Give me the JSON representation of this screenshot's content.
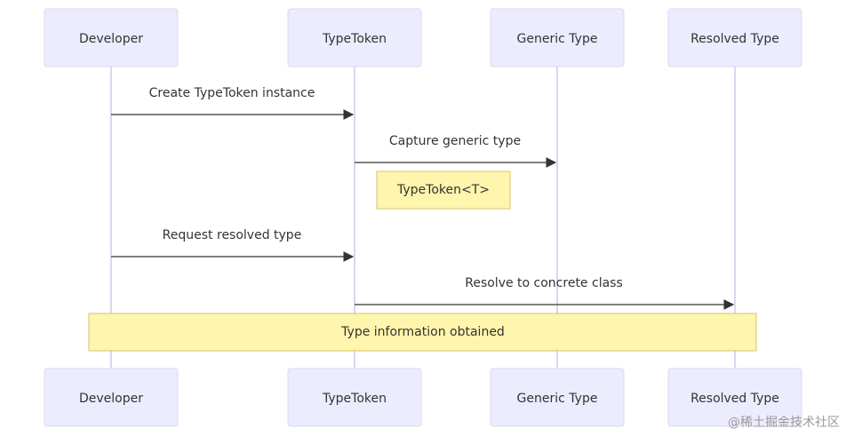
{
  "participants": [
    {
      "name": "Developer"
    },
    {
      "name": "TypeToken"
    },
    {
      "name": "Generic Type"
    },
    {
      "name": "Resolved Type"
    }
  ],
  "messages": [
    {
      "from": "Developer",
      "to": "TypeToken",
      "text": "Create TypeToken instance"
    },
    {
      "from": "TypeToken",
      "to": "Generic Type",
      "text": "Capture generic type"
    },
    {
      "from": "Developer",
      "to": "TypeToken",
      "text": "Request resolved type"
    },
    {
      "from": "TypeToken",
      "to": "Resolved Type",
      "text": "Resolve to concrete class"
    }
  ],
  "notes": [
    {
      "text": "TypeToken<T>",
      "placement": "right of",
      "over": [
        "TypeToken"
      ]
    },
    {
      "text": "Type information obtained",
      "placement": "over",
      "over": [
        "Developer",
        "Resolved Type"
      ]
    }
  ],
  "watermark": "@稀土掘金技术社区",
  "colors": {
    "actor_fill": "#ECECFF",
    "actor_border": "#DCD8F2",
    "lifeline": "#CDC8E8",
    "note_fill": "#FFF5AD",
    "note_border": "#D4C46A",
    "line": "#333333"
  }
}
